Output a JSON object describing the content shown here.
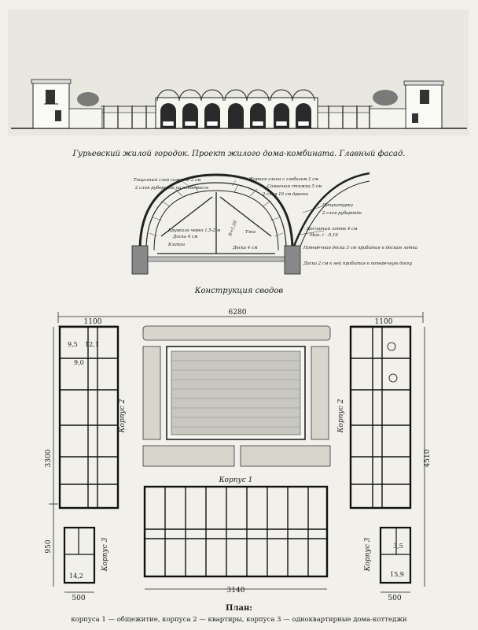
{
  "facade": {
    "caption": "Гурьевский жилой городок. Проект жилого дома-комбината. Главный фасад."
  },
  "vault": {
    "caption": "Конструкция сводов",
    "labels": [
      "Тощалный слой сажите 2 см",
      "2 слоя руберойда на клебемассе",
      "Кружала через 1,5-2 м",
      "Доска 4 см",
      "Клапан",
      "R=1,50",
      "Тяга",
      "Доска 4 см",
      "Жирная глина с глобазом 2 см",
      "Саманная стяжка 5 см",
      "2 слоя 10 см дранки",
      "Штукатурка",
      "2 слоя руберойда",
      "Досчатый лоток 4 см",
      "Мин. i – 0,10",
      "Поперечная доска 3 см прибитая к доскам лотка",
      "Доска 2 см к ней прибитая к поперечную доску"
    ]
  },
  "plan": {
    "dims": {
      "top_total": "6280",
      "left_top_width": "1100",
      "right_top_width": "1100",
      "left_height": "3300",
      "left_lower": "950",
      "right_height": "4510",
      "bottom_center": "3140",
      "bottom_left": "500",
      "bottom_right": "500"
    },
    "room_labels": {
      "r95": "9,5",
      "r121": "12,1",
      "r90": "9,0",
      "r142": "14,2",
      "r35": "3,5",
      "r159": "15,9"
    },
    "building_labels": {
      "korpus2_left": "Корпус 2",
      "korpus2_right": "Корпус 2",
      "korpus1": "Корпус 1",
      "korpus3_left": "Корпус 3",
      "korpus3_right": "Корпус 3"
    },
    "title": "План:",
    "legend": "корпуса 1 — общежитие, корпуса 2 — квартиры, корпуса 3 — одноквартирные дома-коттеджи"
  }
}
